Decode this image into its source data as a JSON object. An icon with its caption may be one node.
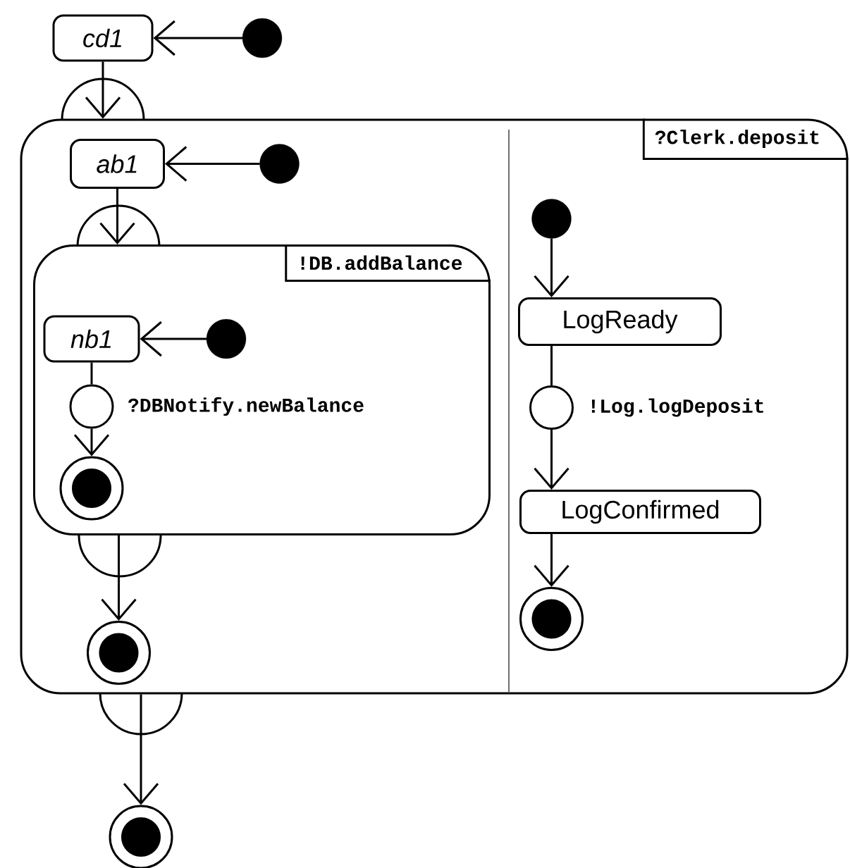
{
  "diagram": {
    "nodes": [
      {
        "text": [
          "cd1"
        ]
      },
      {
        "text": [],
        "shape": "circle"
      },
      {
        "text": [
          "?Clerk.deposit"
        ]
      },
      {
        "text": [
          "ab1"
        ],
        "in": 2
      },
      {
        "text": [],
        "shape": "circle",
        "in": 2
      },
      {
        "text": [
          "!DB.addBalance"
        ],
        "in": 2
      },
      {
        "text": [
          "nb1"
        ],
        "in": 5
      },
      {
        "text": [],
        "shape": "circle",
        "in": 5
      },
      {
        "text": [],
        "shape": "circle",
        "in": 5,
        "beside": [
          "?DBNotify.newBalance"
        ]
      },
      {
        "text": [],
        "shape": "circle",
        "in": 5
      },
      {
        "text": [],
        "shape": "circle",
        "in": 2
      },
      {
        "text": [],
        "shape": "circle"
      },
      {
        "text": [],
        "shape": "circle",
        "in": 2
      },
      {
        "text": [
          "LogReady"
        ],
        "in": 2
      },
      {
        "text": [],
        "shape": "circle",
        "in": 2,
        "beside": [
          "!Log.logDeposit"
        ]
      },
      {
        "text": [
          "LogConfirmed"
        ],
        "in": 2
      },
      {
        "text": [],
        "shape": "circle",
        "in": 2
      }
    ],
    "edges": [
      {
        "from": 1,
        "to": 0,
        "arrow": "to"
      },
      {
        "from": 0,
        "to": 2,
        "arrow": "to"
      },
      {
        "from": 4,
        "to": 3,
        "arrow": "to"
      },
      {
        "from": 3,
        "to": 5,
        "arrow": "to"
      },
      {
        "from": 7,
        "to": 6,
        "arrow": "to"
      },
      {
        "from": 6,
        "to": 8,
        "arrow": "none"
      },
      {
        "from": 8,
        "to": 9,
        "arrow": "to"
      },
      {
        "from": 5,
        "to": 10,
        "arrow": "to"
      },
      {
        "from": 2,
        "to": 11,
        "arrow": "to"
      },
      {
        "from": 12,
        "to": 13,
        "arrow": "to"
      },
      {
        "from": 13,
        "to": 14,
        "arrow": "none"
      },
      {
        "from": 14,
        "to": 15,
        "arrow": "to"
      },
      {
        "from": 15,
        "to": 16,
        "arrow": "to"
      }
    ]
  }
}
